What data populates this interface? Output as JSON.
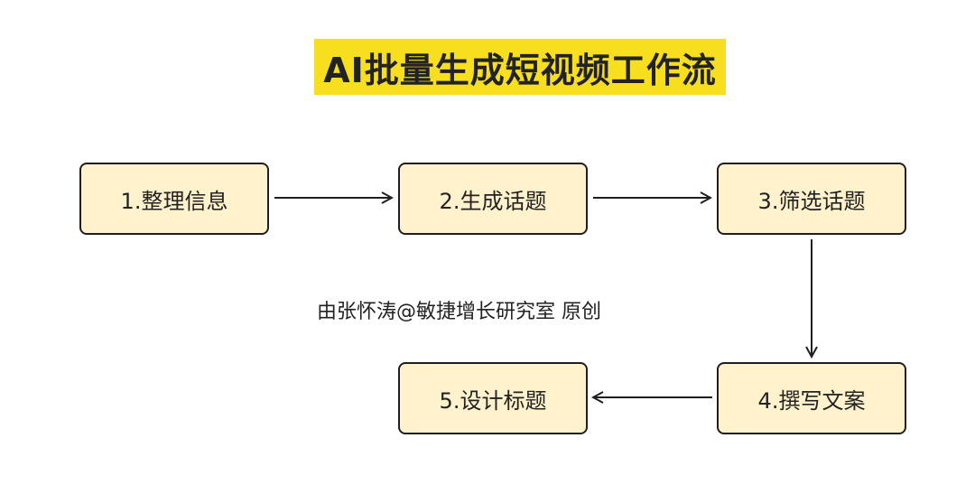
{
  "title": "AI批量生成短视频工作流",
  "nodes": [
    {
      "label": "1.整理信息"
    },
    {
      "label": "2.生成话题"
    },
    {
      "label": "3.筛选话题"
    },
    {
      "label": "4.撰写文案"
    },
    {
      "label": "5.设计标题"
    }
  ],
  "credit": "由张怀涛@敏捷增长研究室 原创",
  "colors": {
    "title_highlight": "#f7de1e",
    "node_fill": "#fff2cc",
    "node_border": "#1f1f1f",
    "arrow": "#1f1f1f"
  }
}
